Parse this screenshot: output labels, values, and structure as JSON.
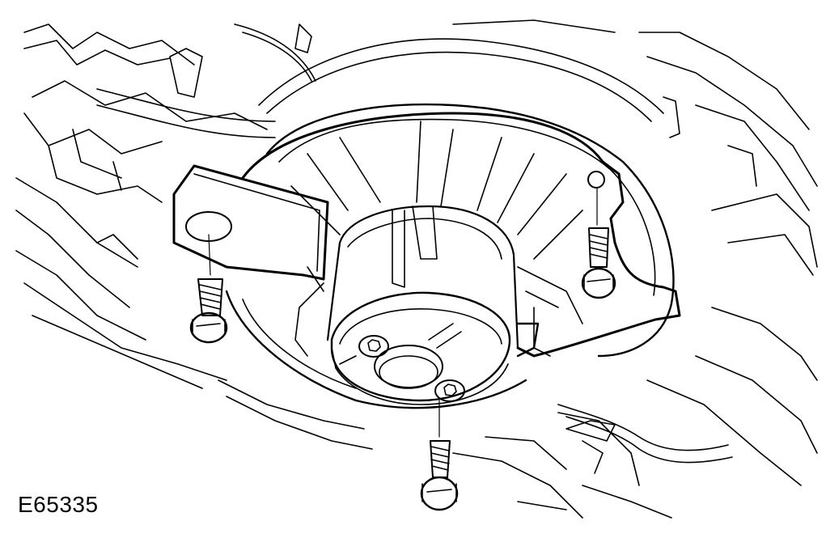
{
  "figure": {
    "id_label": "E65335"
  },
  "colors": {
    "background": "#ffffff",
    "line": "#000000"
  },
  "parts": [
    {
      "name": "blower-motor-housing"
    },
    {
      "name": "mounting-bracket"
    },
    {
      "name": "bolt-left"
    },
    {
      "name": "bolt-right"
    },
    {
      "name": "bolt-bottom"
    },
    {
      "name": "torx-screw"
    }
  ]
}
